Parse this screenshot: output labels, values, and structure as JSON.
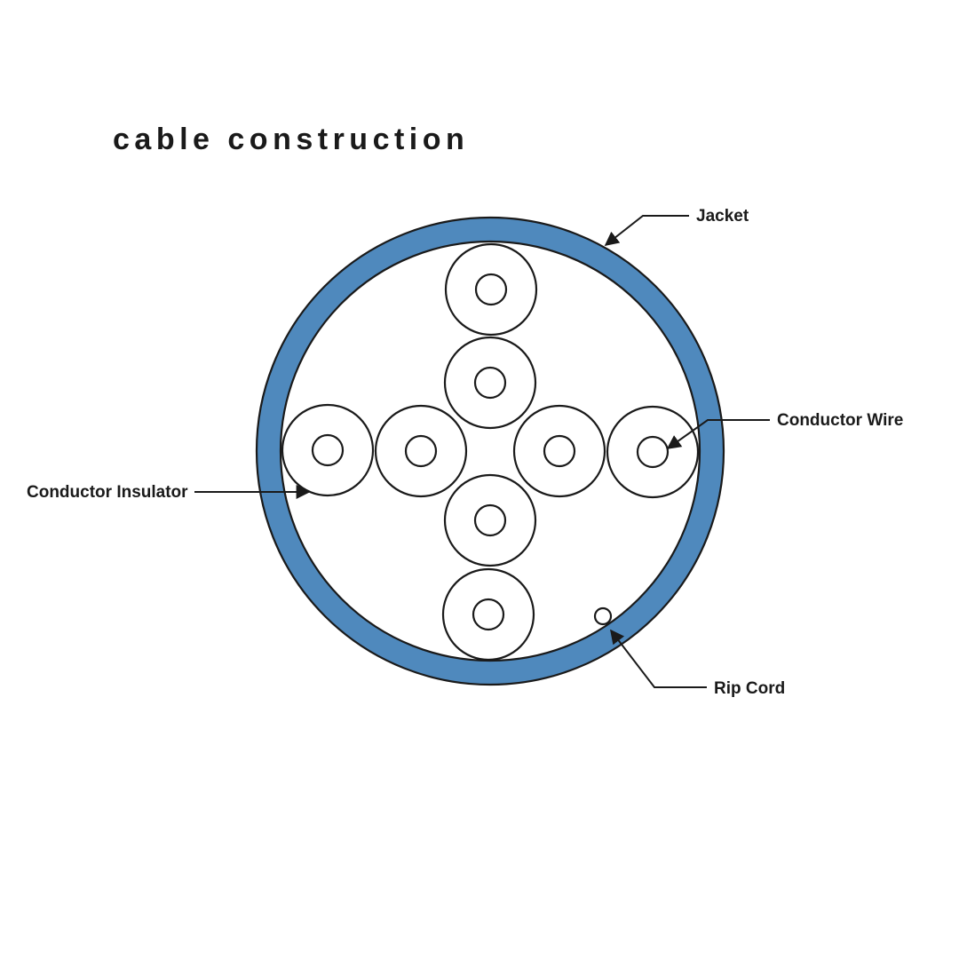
{
  "title": "cable construction",
  "labels": {
    "jacket": "Jacket",
    "conductor_wire": "Conductor Wire",
    "conductor_insulator": "Conductor Insulator",
    "rip_cord": "Rip Cord"
  },
  "colors": {
    "jacket": "#4f89bd",
    "stroke": "#1a1a1a",
    "background": "#ffffff"
  },
  "structure": {
    "conductor_count": 8,
    "rip_cord_count": 1
  }
}
